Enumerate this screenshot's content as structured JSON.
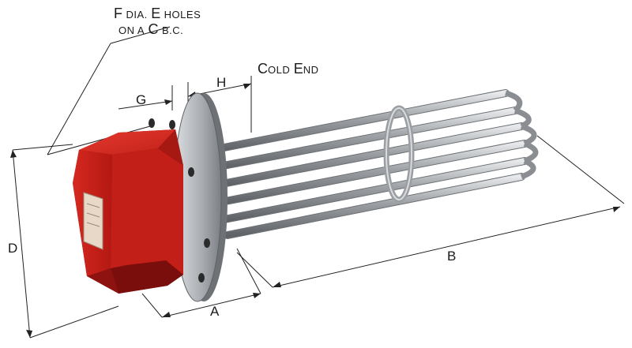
{
  "labels": {
    "a": "A",
    "b": "B",
    "d": "D",
    "g": "G",
    "h": "H",
    "holes_line1_cap1": "F",
    "holes_line1_rest1": "DIA.",
    "holes_line1_cap2": "E",
    "holes_line1_rest2": "HOLES",
    "holes_line2_rest1": "ON A",
    "holes_line2_cap1": "C",
    "holes_line2_rest2": "B.C.",
    "cold_end_cap1": "C",
    "cold_end_rest1": "OLD",
    "cold_end_cap2": "E",
    "cold_end_rest2": "ND"
  },
  "colors": {
    "housing": "#c8201c",
    "housing_dark": "#8e1210",
    "steel": "#b8bcc0",
    "steel_dark": "#6d7175",
    "line": "#222222"
  }
}
